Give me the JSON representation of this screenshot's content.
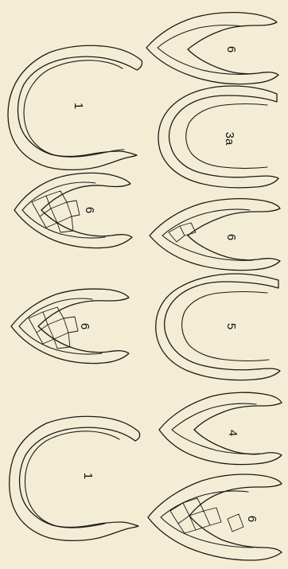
{
  "plate": {
    "background": "#f4edd6",
    "ink": "#1c1a16",
    "orientation": "rotated 90 degrees clockwise",
    "figures": [
      {
        "id": "left-top",
        "label": "1",
        "shape": "open-ring"
      },
      {
        "id": "left-mid",
        "label": "6",
        "shape": "chambered-cone"
      },
      {
        "id": "left-lower",
        "label": "6",
        "shape": "chambered-cone"
      },
      {
        "id": "left-bottom",
        "label": "1",
        "shape": "open-ring"
      },
      {
        "id": "right-1",
        "label": "6",
        "shape": "cone"
      },
      {
        "id": "right-2",
        "label": "3a",
        "shape": "u-loop"
      },
      {
        "id": "right-3",
        "label": "6",
        "shape": "cone"
      },
      {
        "id": "right-4",
        "label": "5",
        "shape": "u-loop"
      },
      {
        "id": "right-5",
        "label": "4",
        "shape": "cone"
      },
      {
        "id": "right-6",
        "label": "6",
        "shape": "chambered-cone"
      }
    ]
  }
}
